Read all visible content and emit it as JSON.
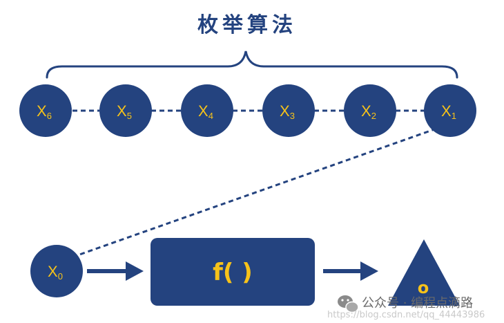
{
  "title": "枚举算法",
  "colors": {
    "primary": "#24437f",
    "accent": "#f6c21a",
    "watermark": "#6a6a6a",
    "watermark_url": "#c9c9c9"
  },
  "nodes": [
    {
      "base": "X",
      "sub": "6"
    },
    {
      "base": "X",
      "sub": "5"
    },
    {
      "base": "X",
      "sub": "4"
    },
    {
      "base": "X",
      "sub": "3"
    },
    {
      "base": "X",
      "sub": "2"
    },
    {
      "base": "X",
      "sub": "1"
    }
  ],
  "input_node": {
    "base": "X",
    "sub": "0"
  },
  "function_box": {
    "label": "f( )"
  },
  "output": {
    "label": "o"
  },
  "watermark": {
    "icon": "wechat-icon",
    "text": "公众号 · 编程点滴路",
    "url": "https://blog.csdn.net/qq_44443986"
  }
}
